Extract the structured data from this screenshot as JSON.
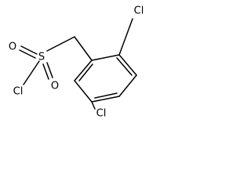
{
  "molecule": {
    "atoms": {
      "cl_top": "Cl",
      "cl_bottom": "Cl",
      "cl_sulfonyl": "Cl",
      "sulfur": "S",
      "oxygen_left": "O",
      "oxygen_bottom": "O"
    },
    "colors": {
      "bond": "#000000",
      "label": "#000000",
      "background": "#ffffff"
    }
  }
}
